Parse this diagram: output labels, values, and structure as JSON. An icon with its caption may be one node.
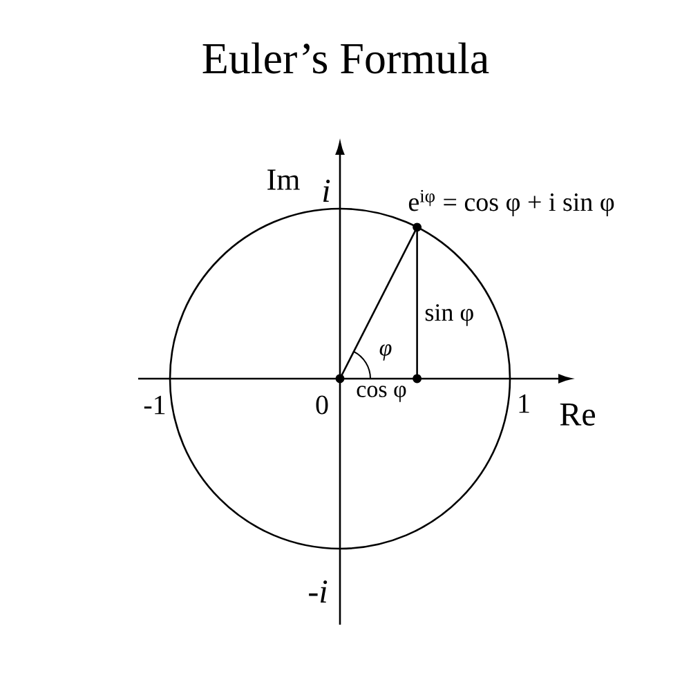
{
  "diagram": {
    "title": "Euler’s Formula",
    "labels": [
      "Im",
      "i",
      "e$^{iφ}$ = cos φ + i sin φ",
      "sin φ",
      "φ",
      "-1",
      "0",
      "cos φ",
      "1",
      "Re",
      "-i"
    ]
  }
}
